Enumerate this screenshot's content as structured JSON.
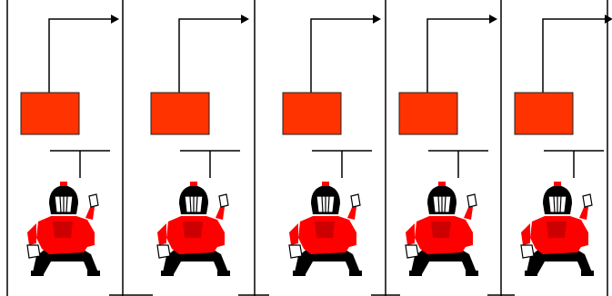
{
  "colors": {
    "background": "#ffffff",
    "line": "#000000",
    "box_fill": "#ff3300",
    "box_stroke": "#222222",
    "figure_red": "#ff0000",
    "figure_black": "#000000",
    "figure_white": "#ffffff"
  },
  "panels": [
    {
      "box": "red-rectangle",
      "arrow": "arrow-up-right",
      "figure": "catcher-figure"
    },
    {
      "box": "red-rectangle",
      "arrow": "arrow-up-right",
      "figure": "catcher-figure"
    },
    {
      "box": "red-rectangle",
      "arrow": "arrow-up-right",
      "figure": "catcher-figure"
    },
    {
      "box": "red-rectangle",
      "arrow": "arrow-up-right",
      "figure": "catcher-figure"
    },
    {
      "box": "red-rectangle",
      "arrow": "arrow-up-right",
      "figure": "catcher-figure"
    }
  ]
}
